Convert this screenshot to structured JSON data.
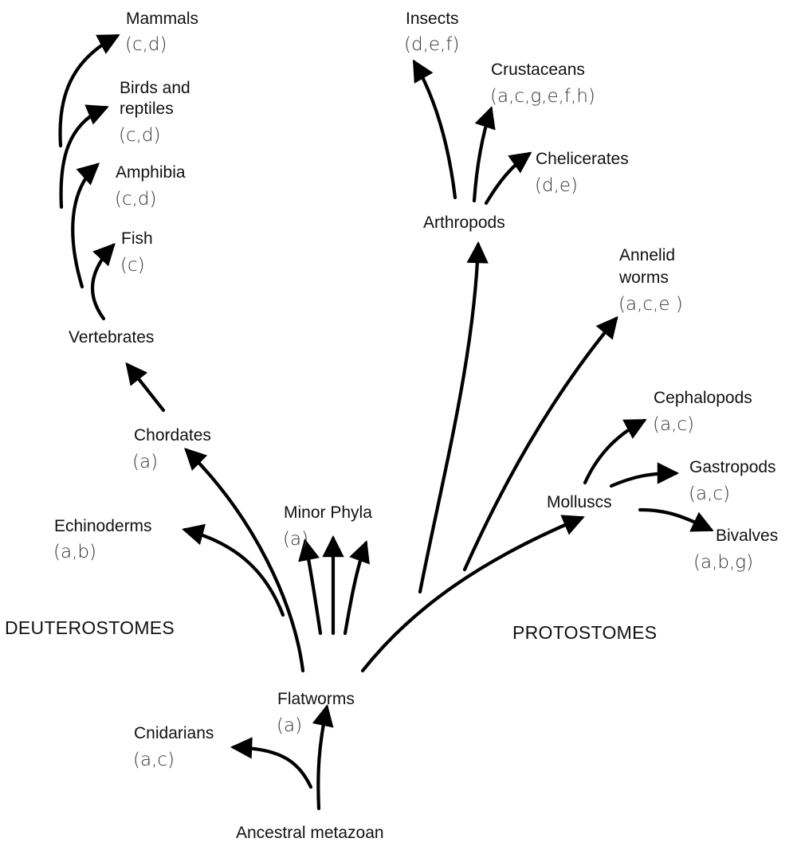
{
  "taxa": {
    "mammals": {
      "name": "Mammals",
      "code": "(c,d)"
    },
    "birds": {
      "name_line1": "Birds and",
      "name_line2": "reptiles",
      "code": "(c,d)"
    },
    "amphibia": {
      "name": "Amphibia",
      "code": "(c,d)"
    },
    "fish": {
      "name": "Fish",
      "code": "(c)"
    },
    "vertebrates": {
      "name": "Vertebrates"
    },
    "chordates": {
      "name": "Chordates",
      "code": "(a)"
    },
    "echinoderms": {
      "name": "Echinoderms",
      "code": "(a,b)"
    },
    "minor_phyla": {
      "name": "Minor Phyla",
      "code": "(a)"
    },
    "insects": {
      "name": "Insects",
      "code": "(d,e,f)"
    },
    "crustaceans": {
      "name": "Crustaceans",
      "code": "(a,c,g,e,f,h)"
    },
    "chelicerates": {
      "name": "Chelicerates",
      "code": "(d,e)"
    },
    "arthropods": {
      "name": "Arthropods"
    },
    "annelids": {
      "name_line1": "Annelid",
      "name_line2": "worms",
      "code": "(a,c,e )"
    },
    "cephalopods": {
      "name": "Cephalopods",
      "code": "(a,c)"
    },
    "gastropods": {
      "name": "Gastropods",
      "code": "(a,c)"
    },
    "bivalves": {
      "name": "Bivalves",
      "code": "(a,b,g)"
    },
    "molluscs": {
      "name": "Molluscs"
    },
    "flatworms": {
      "name": "Flatworms",
      "code": "(a)"
    },
    "cnidarians": {
      "name": "Cnidarians",
      "code": "(a,c)"
    },
    "ancestor": {
      "name": "Ancestral metazoan"
    }
  },
  "groups": {
    "deuterostomes": "DEUTEROSTOMES",
    "protostomes": "PROTOSTOMES"
  }
}
